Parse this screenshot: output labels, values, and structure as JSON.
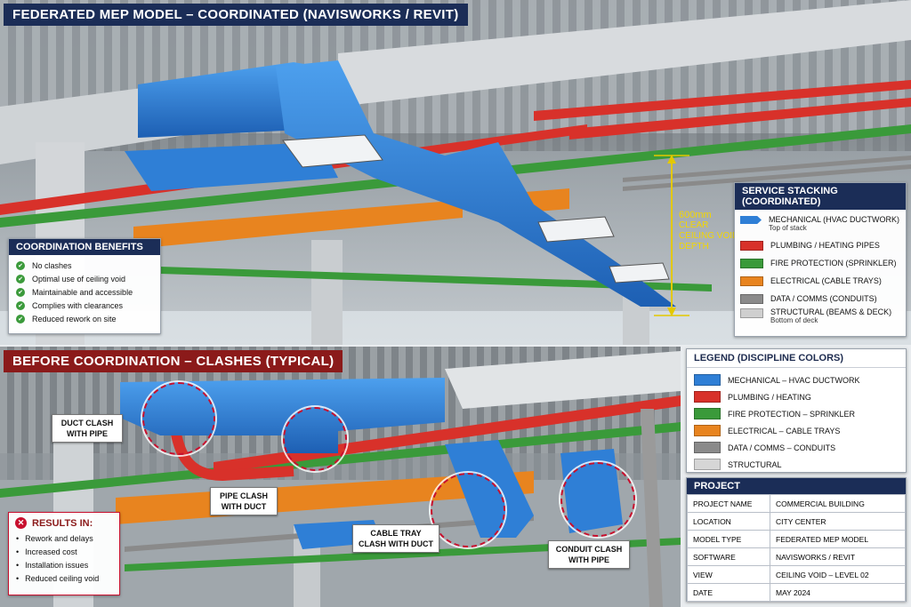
{
  "top_title": "FEDERATED MEP MODEL – COORDINATED (NAVISWORKS / REVIT)",
  "bottom_title": "BEFORE COORDINATION – CLASHES (TYPICAL)",
  "dimension": {
    "value": "600mm",
    "lines": [
      "CLEAR",
      "CEILING VOID",
      "DEPTH"
    ]
  },
  "benefits": {
    "heading": "COORDINATION BENEFITS",
    "items": [
      "No clashes",
      "Optimal use of ceiling void",
      "Maintainable and accessible",
      "Complies with clearances",
      "Reduced rework on site"
    ]
  },
  "stacking": {
    "heading": "SERVICE STACKING (COORDINATED)",
    "items": [
      {
        "label": "MECHANICAL (HVAC DUCTWORK)",
        "note": "Top of stack",
        "color": "#2f7fd6"
      },
      {
        "label": "PLUMBING / HEATING PIPES",
        "note": "",
        "color": "#d8312a"
      },
      {
        "label": "FIRE PROTECTION (SPRINKLER)",
        "note": "",
        "color": "#3a9a3a"
      },
      {
        "label": "ELECTRICAL (CABLE TRAYS)",
        "note": "",
        "color": "#e8841f"
      },
      {
        "label": "DATA / COMMS (CONDUITS)",
        "note": "",
        "color": "#8a8a8a"
      },
      {
        "label": "STRUCTURAL (BEAMS & DECK)",
        "note": "Bottom of deck",
        "color": "#cfcfcf"
      }
    ]
  },
  "legend": {
    "heading": "LEGEND (DISCIPLINE COLORS)",
    "items": [
      {
        "label": "MECHANICAL – HVAC DUCTWORK",
        "color": "#2f7fd6"
      },
      {
        "label": "PLUMBING / HEATING",
        "color": "#d8312a"
      },
      {
        "label": "FIRE PROTECTION – SPRINKLER",
        "color": "#3a9a3a"
      },
      {
        "label": "ELECTRICAL – CABLE TRAYS",
        "color": "#e8841f"
      },
      {
        "label": "DATA / COMMS – CONDUITS",
        "color": "#8a8a8a"
      },
      {
        "label": "STRUCTURAL",
        "color": "#d6d6d6"
      }
    ]
  },
  "project": {
    "heading": "PROJECT",
    "rows": [
      [
        "PROJECT NAME",
        "COMMERCIAL BUILDING"
      ],
      [
        "LOCATION",
        "CITY CENTER"
      ],
      [
        "MODEL TYPE",
        "FEDERATED MEP MODEL"
      ],
      [
        "SOFTWARE",
        "NAVISWORKS / REVIT"
      ],
      [
        "VIEW",
        "CEILING VOID – LEVEL 02"
      ],
      [
        "DATE",
        "MAY 2024"
      ]
    ]
  },
  "results": {
    "heading": "RESULTS IN:",
    "items": [
      "Rework and delays",
      "Increased cost",
      "Installation issues",
      "Reduced ceiling void"
    ]
  },
  "clashes": [
    {
      "l1": "DUCT CLASH",
      "l2": "WITH PIPE"
    },
    {
      "l1": "PIPE CLASH",
      "l2": "WITH DUCT"
    },
    {
      "l1": "CABLE TRAY",
      "l2": "CLASH WITH DUCT"
    },
    {
      "l1": "CONDUIT CLASH",
      "l2": "WITH PIPE"
    }
  ],
  "colors": {
    "navy": "#1b2d57",
    "maroon": "#8b1a1a",
    "clash": "#c8102e"
  }
}
